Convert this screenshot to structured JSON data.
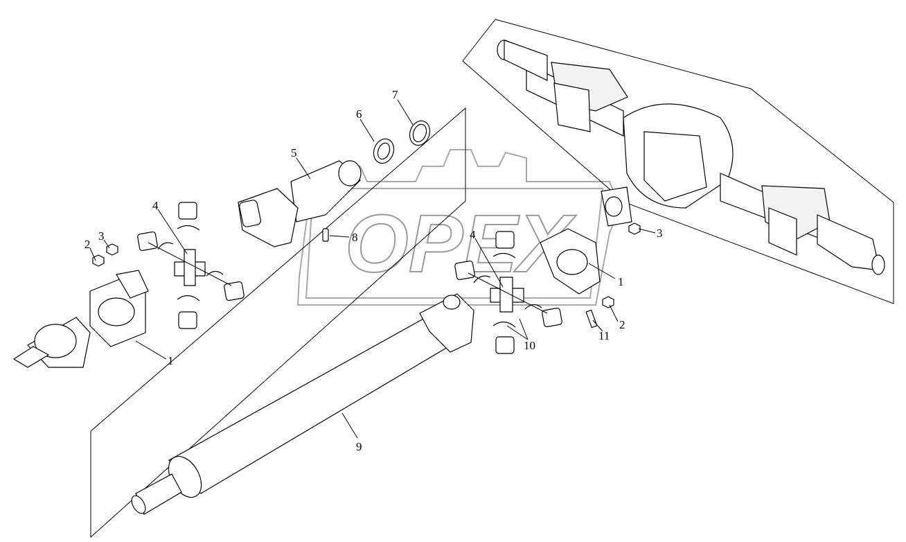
{
  "diagram": {
    "watermark": "OPEX",
    "callouts": [
      {
        "id": "lbl-1-left",
        "text": "1"
      },
      {
        "id": "lbl-2-left",
        "text": "2"
      },
      {
        "id": "lbl-3-left",
        "text": "3"
      },
      {
        "id": "lbl-4-left",
        "text": "4"
      },
      {
        "id": "lbl-5",
        "text": "5"
      },
      {
        "id": "lbl-6",
        "text": "6"
      },
      {
        "id": "lbl-7",
        "text": "7"
      },
      {
        "id": "lbl-8",
        "text": "8"
      },
      {
        "id": "lbl-4-right",
        "text": "4"
      },
      {
        "id": "lbl-3-right",
        "text": "3"
      },
      {
        "id": "lbl-1-right",
        "text": "1"
      },
      {
        "id": "lbl-2-right",
        "text": "2"
      },
      {
        "id": "lbl-11",
        "text": "11"
      },
      {
        "id": "lbl-10",
        "text": "10"
      },
      {
        "id": "lbl-9",
        "text": "9"
      }
    ]
  }
}
